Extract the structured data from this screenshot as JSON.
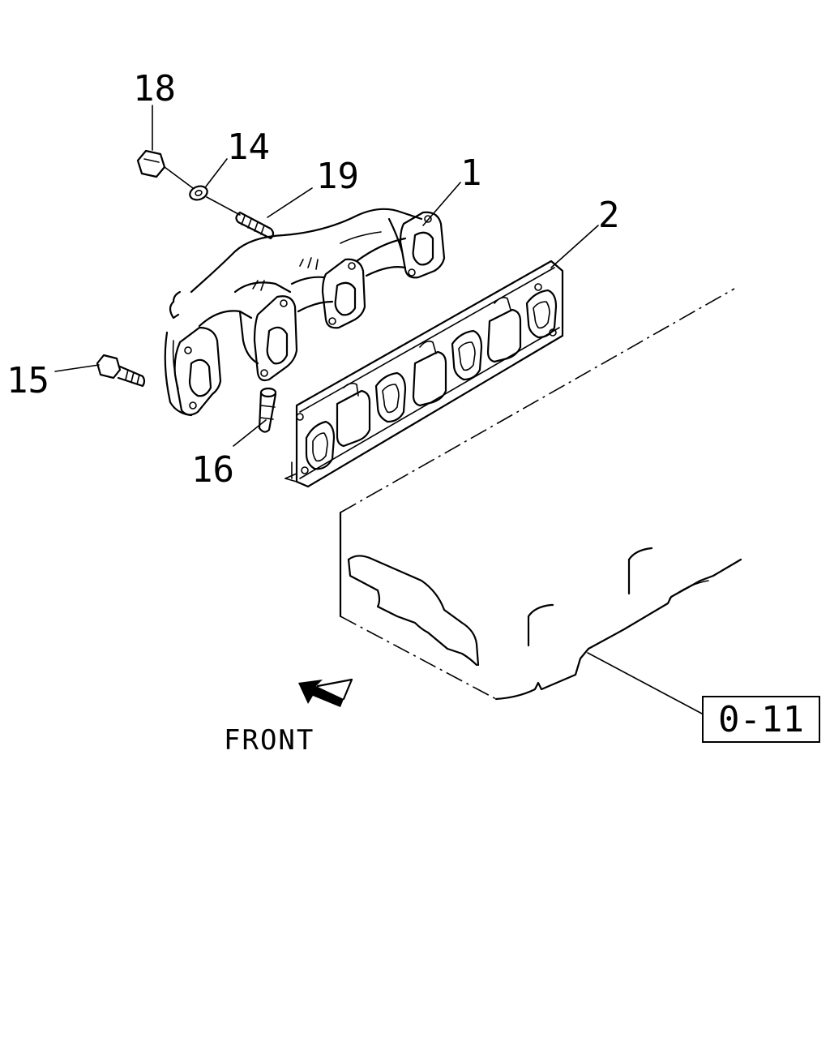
{
  "callouts": {
    "c18": "18",
    "c14": "14",
    "c19": "19",
    "c1": "1",
    "c2": "2",
    "c15": "15",
    "c16": "16"
  },
  "front_label": "FRONT",
  "reference": "0-11"
}
